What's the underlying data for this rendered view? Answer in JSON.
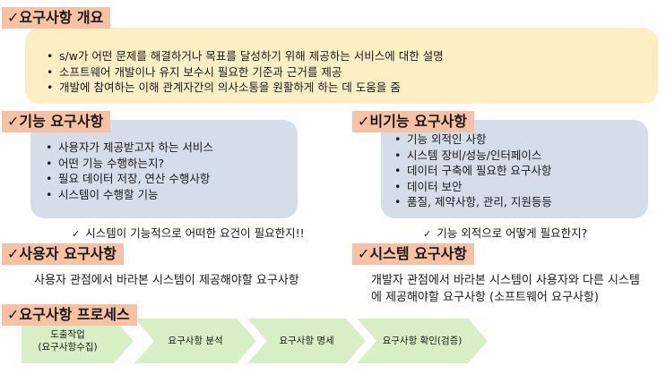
{
  "overview": {
    "title": "✓요구사항 개요",
    "bullets": [
      "s/w가 어떤 문제를 해결하거나 목표를 달성하기 위해 제공하는 서비스에 대한 설명",
      "소프트웨어 개발이나 유지 보수시 필요한 기준과 근거를 제공",
      "개발에 참여하는 이해 관계자간의 의사소통을 원활하게 하는 데 도움을 줌"
    ]
  },
  "functional": {
    "title": "✓기능 요구사항",
    "bullets": [
      "사용자가 제공받고자 하는 서비스",
      "어떤 기능 수행하는지?",
      "필요 데이터 저장, 연산 수행사항",
      "시스템이 수행할 기능"
    ],
    "note_check": "✓",
    "note": "시스템이 기능적으로 어떠한 요건이 필요한지!!"
  },
  "nonfunctional": {
    "title": "✓비기능 요구사항",
    "bullets": [
      "기능 외적인 사항",
      "시스템 장비/성능/인터페이스",
      "데이터 구축에 필요한 요구사항",
      "데이터 보안",
      "품질, 제약사항, 관리, 지원등등"
    ],
    "note_check": "✓",
    "note": "기능 외적으로 어떻게 필요한지?"
  },
  "user_req": {
    "title": "✓사용자 요구사항",
    "text": "사용자 관점에서 바라본 시스템이 제공해야할 요구사항"
  },
  "system_req": {
    "title": "✓시스템 요구사항",
    "line1": "개발자 관점에서 바라본 시스템이 사용자와 다른 시스템",
    "line2": "에 제공해야할 요구사항 (소프트웨어 요구사항)"
  },
  "process": {
    "title": "✓요구사항 프로세스",
    "steps": [
      {
        "line1": "도출작업",
        "line2": "(요구사항수집)"
      },
      {
        "line1": "요구사항 분석"
      },
      {
        "line1": "요구사항 명세"
      },
      {
        "line1": "요구사항 확인(검증)"
      }
    ]
  },
  "colors": {
    "header_bg": "#f7c2a4",
    "overview_bg": "#fdefc3",
    "card_bg": "#d5dde8",
    "step_bg": "#d8efc6"
  }
}
